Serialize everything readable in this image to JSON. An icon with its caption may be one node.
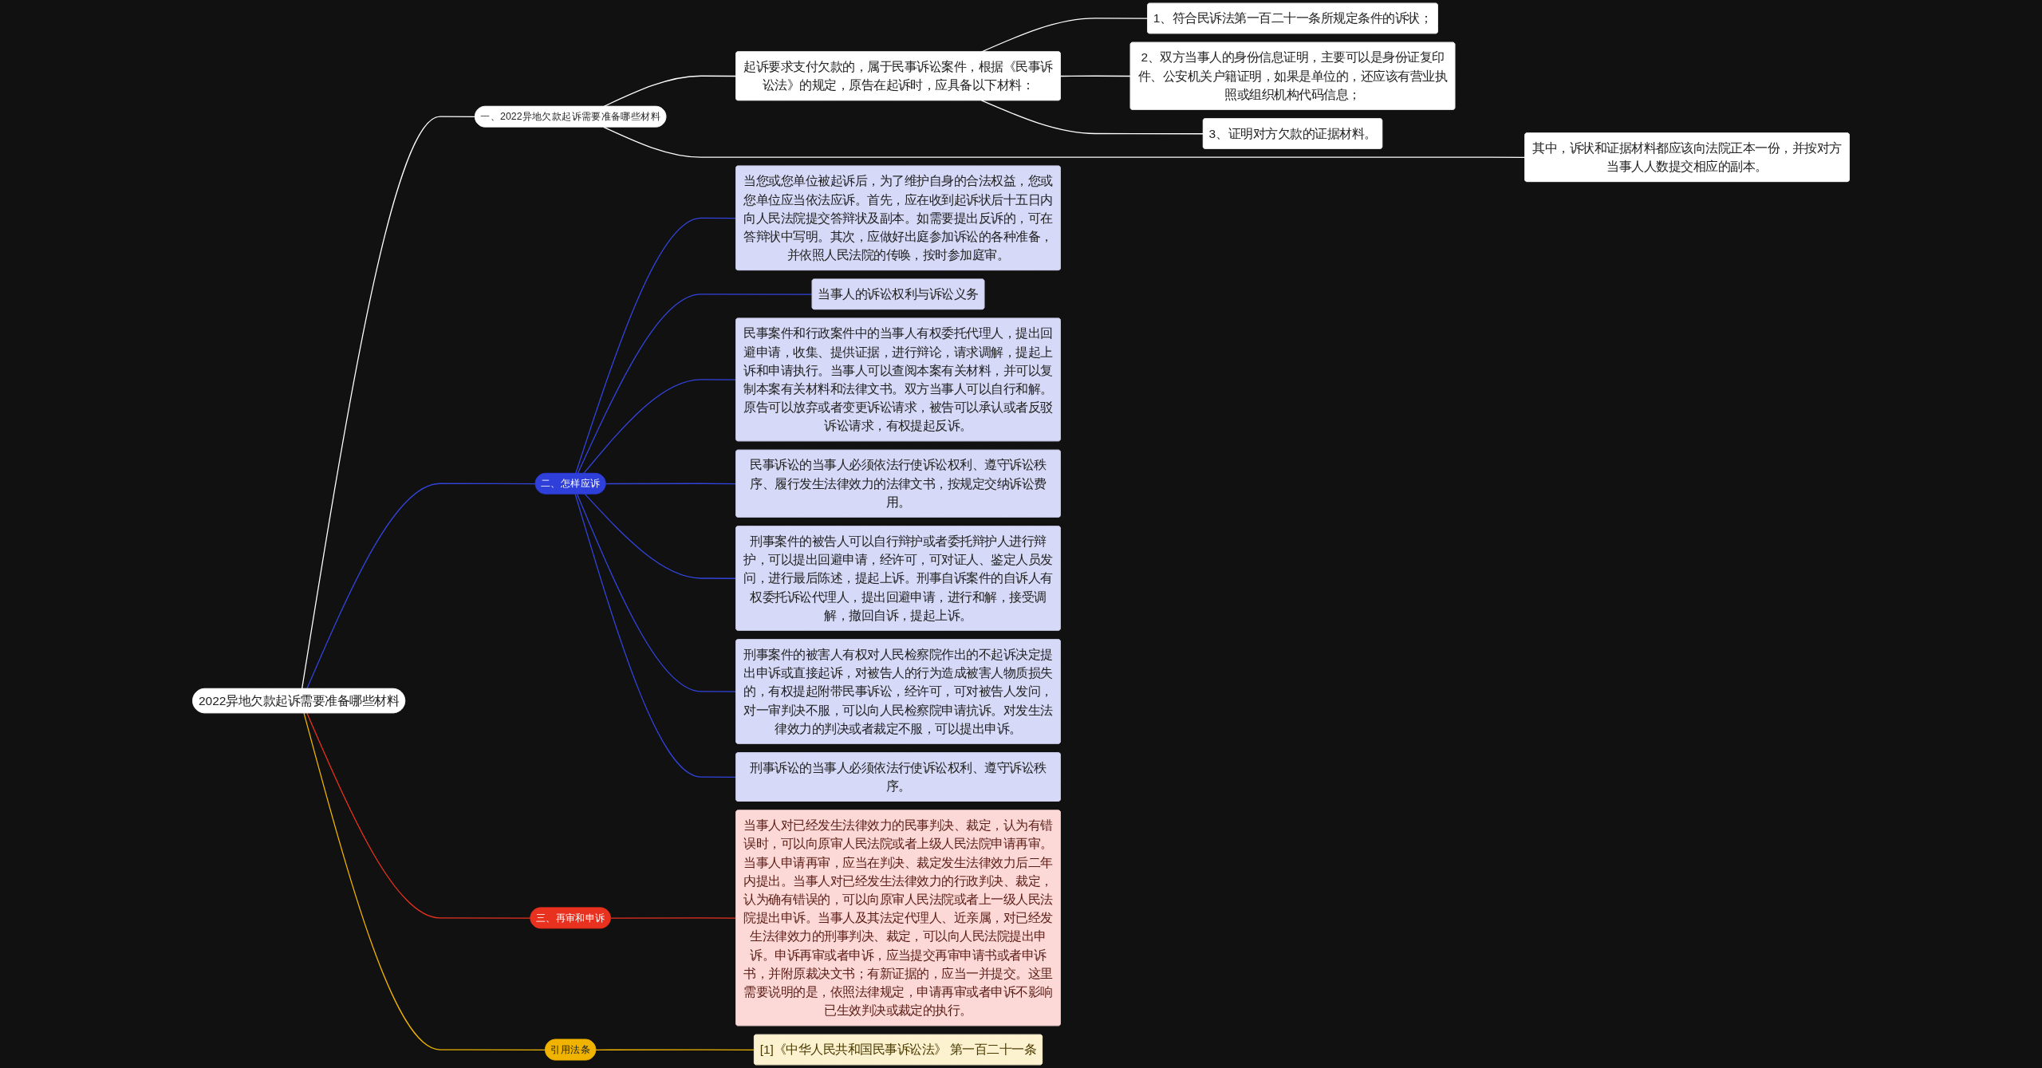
{
  "diagram": {
    "nodes": [
      {
        "text": [
          "2022异地欠款起诉需要准备哪些材料"
        ]
      },
      {
        "text": [
          "一、2022异地欠款起诉需要准备哪些材料"
        ]
      },
      {
        "text": [
          "起诉要求支付欠款的，属于民事诉讼案件，根据《民事诉讼法》的规定，原告在起诉时，应具备以下材料："
        ]
      },
      {
        "text": [
          "1、符合民诉法第一百二十一条所规定条件的诉状；"
        ]
      },
      {
        "text": [
          "2、双方当事人的身份信息证明，主要可以是身份证复印件、公安机关户籍证明，如果是单位的，还应该有营业执照或组织机构代码信息；"
        ]
      },
      {
        "text": [
          "3、证明对方欠款的证据材料。"
        ]
      },
      {
        "text": [
          "其中，诉状和证据材料都应该向法院正本一份，并按对方当事人人数提交相应的副本。"
        ]
      },
      {
        "text": [
          "二、怎样应诉"
        ]
      },
      {
        "text": [
          "当您或您单位被起诉后，为了维护自身的合法权益，您或您单位应当依法应诉。首先，应在收到起诉状后十五日内向人民法院提交答辩状及副本。如需要提出反诉的，可在答辩状中写明。其次，应做好出庭参加诉讼的各种准备，并依照人民法院的传唤，按时参加庭审。"
        ]
      },
      {
        "text": [
          "当事人的诉讼权利与诉讼义务"
        ]
      },
      {
        "text": [
          "民事案件和行政案件中的当事人有权委托代理人，提出回避申请，收集、提供证据，进行辩论，请求调解，提起上诉和申请执行。当事人可以查阅本案有关材料，并可以复制本案有关材料和法律文书。双方当事人可以自行和解。原告可以放弃或者变更诉讼请求，被告可以承认或者反驳诉讼请求，有权提起反诉。"
        ]
      },
      {
        "text": [
          "民事诉讼的当事人必须依法行使诉讼权利、遵守诉讼秩序、履行发生法律效力的法律文书，按规定交纳诉讼费用。"
        ]
      },
      {
        "text": [
          "刑事案件的被告人可以自行辩护或者委托辩护人进行辩护，可以提出回避申请，经许可，可对证人、鉴定人员发问，进行最后陈述，提起上诉。刑事自诉案件的自诉人有权委托诉讼代理人，提出回避申请，进行和解，接受调解，撤回自诉，提起上诉。"
        ]
      },
      {
        "text": [
          "刑事案件的被害人有权对人民检察院作出的不起诉决定提出申诉或直接起诉，对被告人的行为造成被害人物质损失的，有权提起附带民事诉讼，经许可，可对被告人发问，对一审判决不服，可以向人民检察院申请抗诉。对发生法律效力的判决或者裁定不服，可以提出申诉。"
        ]
      },
      {
        "text": [
          "刑事诉讼的当事人必须依法行使诉讼权利、遵守诉讼秩序。"
        ]
      },
      {
        "text": [
          "三、再审和申诉"
        ]
      },
      {
        "text": [
          "当事人对已经发生法律效力的民事判决、裁定，认为有错误时，可以向原审人民法院或者上级人民法院申请再审。当事人申请再审，应当在判决、裁定发生法律效力后二年内提出。当事人对已经发生法律效力的行政判决、裁定，认为确有错误的，可以向原审人民法院或者上一级人民法院提出申诉。当事人及其法定代理人、近亲属，对已经发生法律效力的刑事判决、裁定，可以向人民法院提出申诉。申诉再审或者申诉，应当提交再审申请书或者申诉书，并附原裁决文书；有新证据的，应当一并提交。这里需要说明的是，依照法律规定，申请再审或者申诉不影响已生效判决或裁定的执行。"
        ]
      },
      {
        "text": [
          "引用法条"
        ]
      },
      {
        "text": [
          "[1]《中华人民共和国民事诉讼法》 第一百二十一条"
        ]
      }
    ],
    "edges": [
      {
        "from": 0,
        "to": 1,
        "arrow": "none",
        "color": "#ffffff"
      },
      {
        "from": 1,
        "to": 2,
        "arrow": "none",
        "color": "#ffffff"
      },
      {
        "from": 2,
        "to": 3,
        "arrow": "none",
        "color": "#ffffff"
      },
      {
        "from": 2,
        "to": 4,
        "arrow": "none",
        "color": "#ffffff"
      },
      {
        "from": 2,
        "to": 5,
        "arrow": "none",
        "color": "#ffffff"
      },
      {
        "from": 1,
        "to": 6,
        "arrow": "none",
        "color": "#ffffff"
      },
      {
        "from": 0,
        "to": 7,
        "arrow": "none",
        "color": "#3344dd"
      },
      {
        "from": 7,
        "to": 8,
        "arrow": "none",
        "color": "#3344dd"
      },
      {
        "from": 7,
        "to": 9,
        "arrow": "none",
        "color": "#3344dd"
      },
      {
        "from": 7,
        "to": 10,
        "arrow": "none",
        "color": "#3344dd"
      },
      {
        "from": 7,
        "to": 11,
        "arrow": "none",
        "color": "#3344dd"
      },
      {
        "from": 7,
        "to": 12,
        "arrow": "none",
        "color": "#3344dd"
      },
      {
        "from": 7,
        "to": 13,
        "arrow": "none",
        "color": "#3344dd"
      },
      {
        "from": 7,
        "to": 14,
        "arrow": "none",
        "color": "#3344dd"
      },
      {
        "from": 0,
        "to": 15,
        "arrow": "none",
        "color": "#e8321f"
      },
      {
        "from": 15,
        "to": 16,
        "arrow": "none",
        "color": "#e8321f"
      },
      {
        "from": 0,
        "to": 17,
        "arrow": "none",
        "color": "#f0b400"
      },
      {
        "from": 17,
        "to": 18,
        "arrow": "none",
        "color": "#f0b400"
      }
    ]
  }
}
